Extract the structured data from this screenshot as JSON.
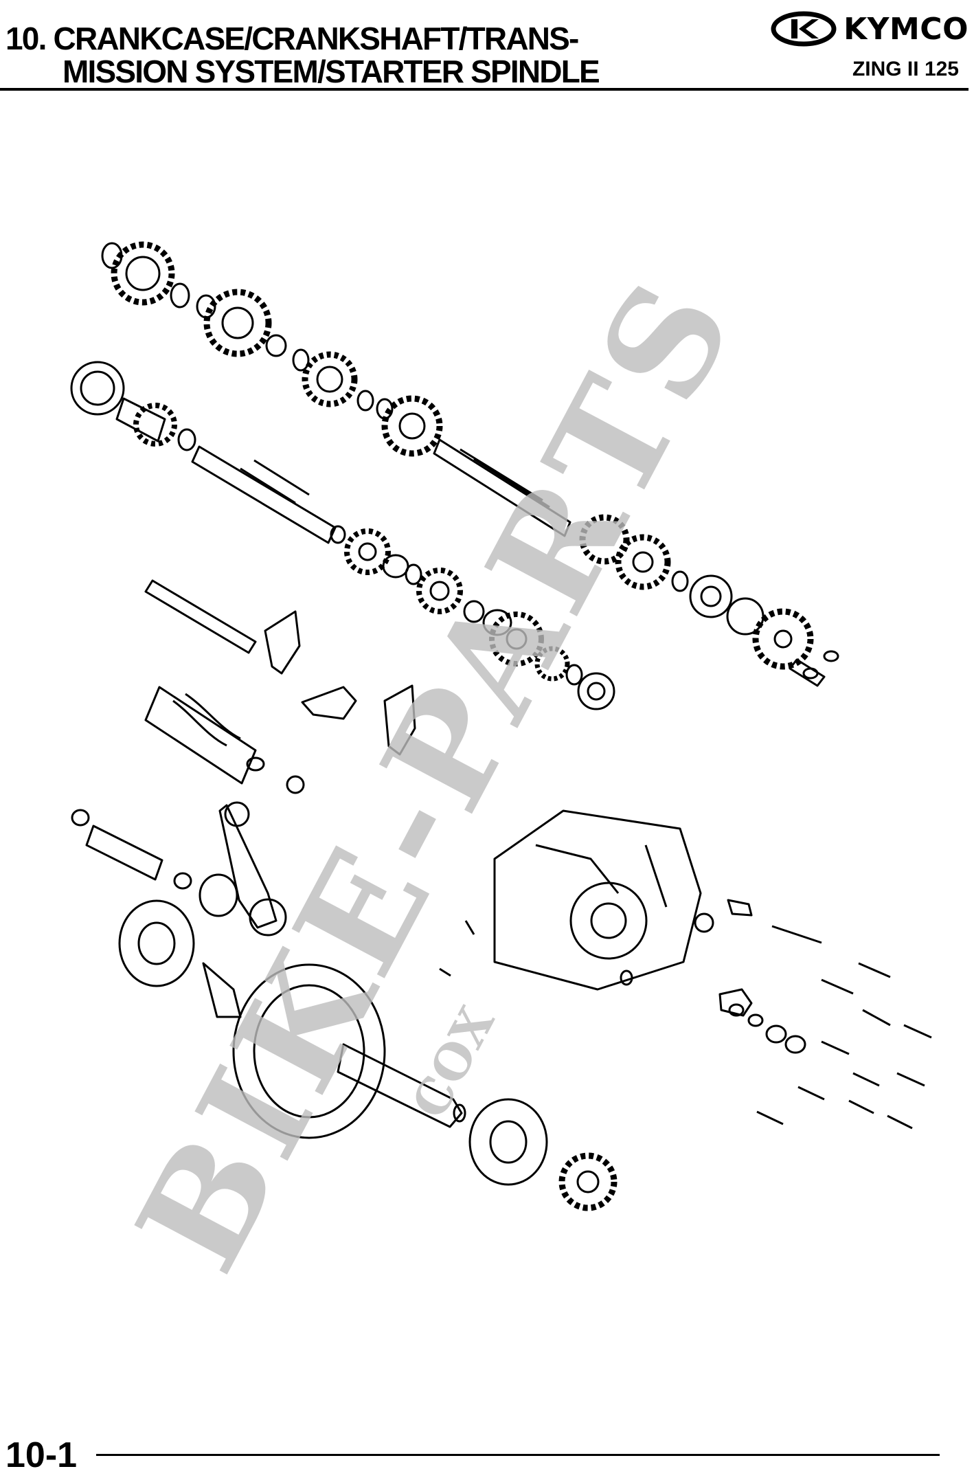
{
  "header": {
    "title_line1": "10. CRANKCASE/CRANKSHAFT/TRANS-",
    "title_line2": "MISSION SYSTEM/STARTER SPINDLE",
    "brand": "KYMCO",
    "model": "ZING II 125"
  },
  "watermark": {
    "text": "BIKE-PARTS",
    "subtext": "COX"
  },
  "footer": {
    "page_number": "10-1"
  },
  "icons": {
    "brand_logo": "kymco-k-oval-logo"
  }
}
